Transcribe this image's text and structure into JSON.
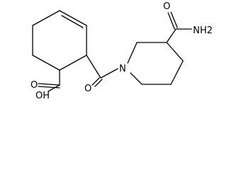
{
  "molecule": {
    "atoms": {
      "carboxyl_hydroxyl": "OH",
      "carboxyl_oxygen": "O",
      "amide_carbonyl_oxygen": "O",
      "ring_nitrogen": "N",
      "amide_carbonyl_oxygen_top": "O",
      "amide_nitrogen": "NH2"
    }
  },
  "colors": {
    "bond": "#000000",
    "label": "#000000",
    "background": "#ffffff"
  }
}
